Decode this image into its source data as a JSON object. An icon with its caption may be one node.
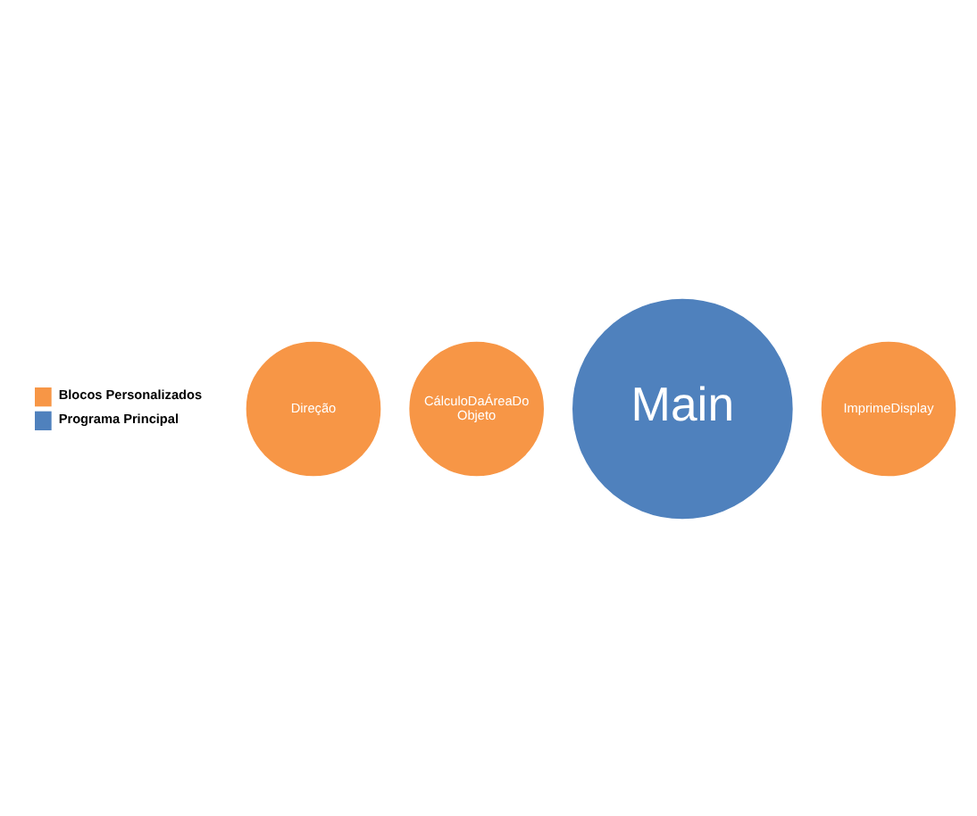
{
  "diagram": {
    "nodes": [
      {
        "text": [
          "Main"
        ]
      },
      {
        "text": [
          "CálculoDaÁreaDo Objeto"
        ]
      },
      {
        "text": [
          "Direção"
        ]
      },
      {
        "text": [
          "ImprimeDisplay"
        ]
      }
    ],
    "legend": [
      {
        "text": "Blocos Personalizados",
        "color": "#f79646"
      },
      {
        "text": "Programa Principal",
        "color": "#4f81bd"
      }
    ]
  }
}
